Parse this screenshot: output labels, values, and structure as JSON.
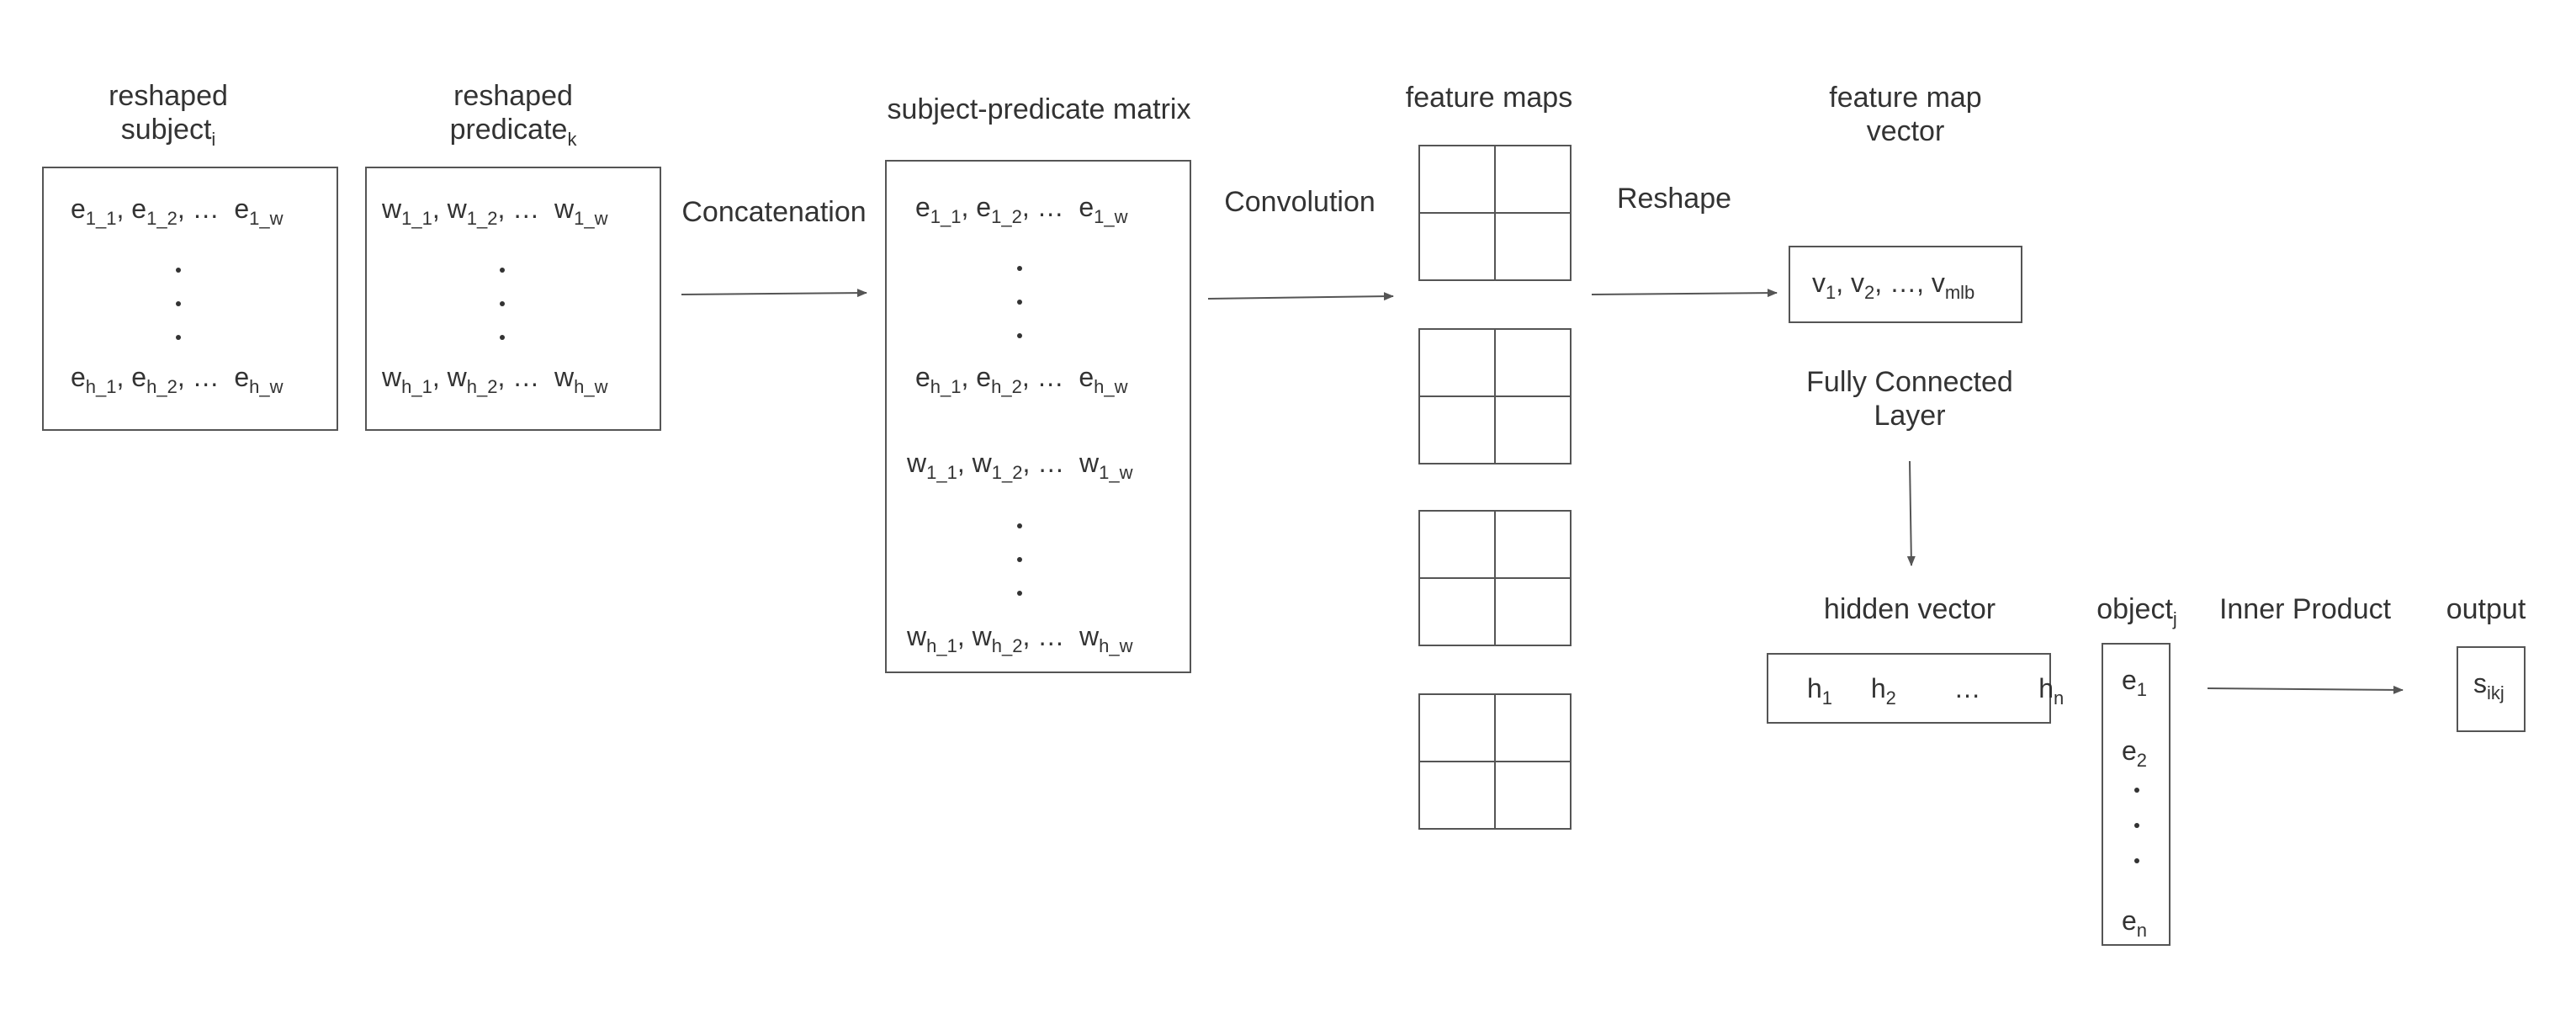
{
  "labels": {
    "reshaped_subject": {
      "line1": "reshaped",
      "line2_base": "subject",
      "line2_sub": "i"
    },
    "reshaped_predicate": {
      "line1": "reshaped",
      "line2_base": "predicate",
      "line2_sub": "k"
    },
    "concatenation": "Concatenation",
    "subject_predicate_matrix": "subject-predicate matrix",
    "convolution": "Convolution",
    "feature_maps": "feature maps",
    "reshape": "Reshape",
    "feature_map_vector": {
      "line1": "feature map",
      "line2": "vector"
    },
    "fully_connected": {
      "line1": "Fully Connected",
      "line2": "Layer"
    },
    "hidden_vector": "hidden vector",
    "object": {
      "base": "object",
      "sub": "j"
    },
    "inner_product": "Inner Product",
    "output": "output"
  },
  "subject_matrix": {
    "top": [
      {
        "b": "e",
        "s": "1_1"
      },
      {
        "b": "e",
        "s": "1_2"
      },
      {
        "b": "…",
        "s": ""
      },
      {
        "b": "e",
        "s": "1_w"
      }
    ],
    "bottom": [
      {
        "b": "e",
        "s": "h_1"
      },
      {
        "b": "e",
        "s": "h_2"
      },
      {
        "b": "…",
        "s": ""
      },
      {
        "b": "e",
        "s": "h_w"
      }
    ]
  },
  "predicate_matrix": {
    "top": [
      {
        "b": "w",
        "s": "1_1"
      },
      {
        "b": "w",
        "s": "1_2"
      },
      {
        "b": "…",
        "s": ""
      },
      {
        "b": "w",
        "s": "1_w"
      }
    ],
    "bottom": [
      {
        "b": "w",
        "s": "h_1"
      },
      {
        "b": "w",
        "s": "h_2"
      },
      {
        "b": "…",
        "s": ""
      },
      {
        "b": "w",
        "s": "h_w"
      }
    ]
  },
  "feature_vector": [
    {
      "b": "v",
      "s": "1"
    },
    {
      "b": "v",
      "s": "2"
    },
    {
      "b": "…",
      "s": ""
    },
    {
      "b": "v",
      "s": "mlb"
    }
  ],
  "hidden": [
    {
      "b": "h",
      "s": "1"
    },
    {
      "b": "h",
      "s": "2"
    },
    {
      "b": "…",
      "s": ""
    },
    {
      "b": "h",
      "s": "n"
    }
  ],
  "object_vector": {
    "first": {
      "b": "e",
      "s": "1"
    },
    "second": {
      "b": "e",
      "s": "2"
    },
    "last": {
      "b": "e",
      "s": "n"
    }
  },
  "output_value": {
    "b": "s",
    "s": "ikj"
  }
}
